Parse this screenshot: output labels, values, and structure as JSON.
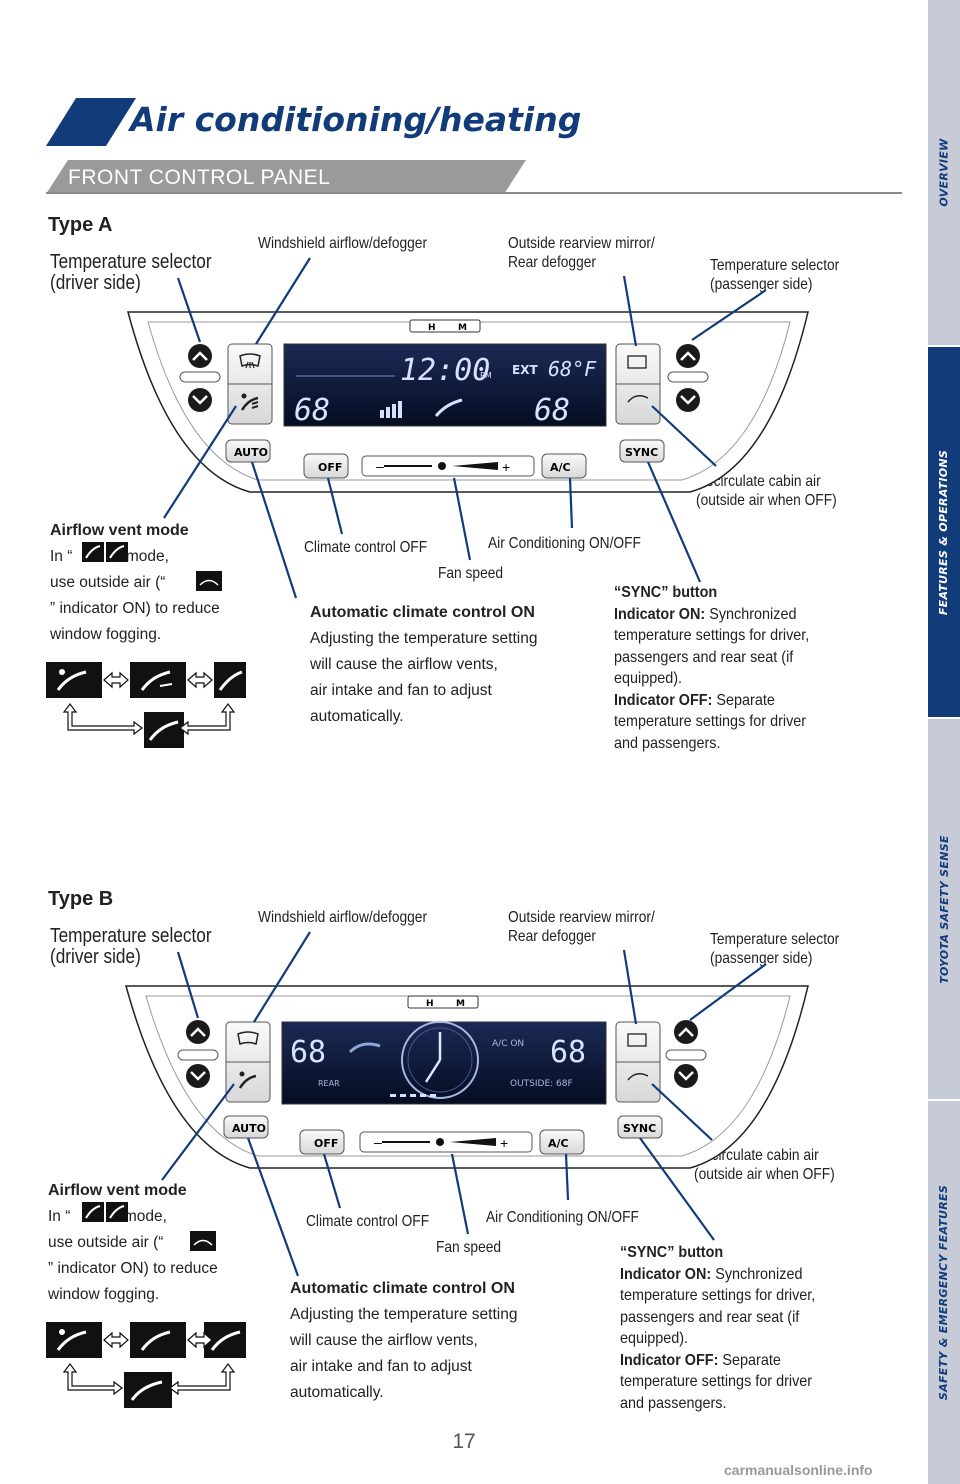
{
  "page": {
    "title": "Air conditioning/heating",
    "section": "FRONT CONTROL PANEL",
    "page_number": "17",
    "watermark": "carmanualsonline.info"
  },
  "sidebar": {
    "tabs": [
      "OVERVIEW",
      "FEATURES & OPERATIONS",
      "TOYOTA SAFETY SENSE",
      "SAFETY & EMERGENCY FEATURES"
    ],
    "active_tab": "FEATURES & OPERATIONS"
  },
  "colors": {
    "brand_navy": "#123b7a",
    "sidebar_gray": "#c7cbd7",
    "subbar_gray": "#9a9a9a",
    "display_blue": "#0a1a3a"
  },
  "type_a": {
    "heading": "Type A",
    "display": {
      "clock": "12:00",
      "clock_suffix": "PM",
      "ext_label": "EXT",
      "ext_temp": "68°F",
      "driver_temp": "68",
      "passenger_temp": "68"
    },
    "labels": {
      "temp_driver": [
        "Temperature selector",
        "(driver side)"
      ],
      "windshield": "Windshield airflow/defogger",
      "rear_defogger": [
        "Outside rearview mirror/",
        "Rear defogger"
      ],
      "temp_passenger": [
        "Temperature selector",
        "(passenger side)"
      ],
      "recirculate": [
        "Recirculate cabin air",
        "(outside air when OFF)"
      ],
      "climate_off": "Climate control OFF",
      "ac": "Air Conditioning ON/OFF",
      "fan": "Fan speed"
    },
    "airflow": {
      "title": "Airflow vent mode",
      "line1_pre": "In “",
      "line1_post": "” mode,",
      "line2": "use outside air (“",
      "line3": "” indicator ON) to reduce",
      "line4": "window fogging."
    },
    "auto": {
      "title": "Automatic climate control ON",
      "lines": [
        "Adjusting the temperature setting",
        "will cause the airflow vents,",
        "air intake and fan to adjust",
        "automatically."
      ]
    },
    "sync": {
      "title": "“SYNC” button",
      "on_label": "Indicator ON:",
      "on_text": "Synchronized",
      "lines_on": [
        "temperature settings for driver,",
        "passengers and rear seat (if",
        "equipped)."
      ],
      "off_label": "Indicator OFF:",
      "off_text": "Separate",
      "lines_off": [
        "temperature settings for driver",
        "and passengers."
      ]
    },
    "buttons": {
      "auto": "AUTO",
      "off": "OFF",
      "ac": "A/C",
      "sync": "SYNC",
      "hm_h": "H",
      "hm_m": "M"
    }
  },
  "type_b": {
    "heading": "Type B",
    "display": {
      "driver_temp": "68",
      "passenger_temp": "68",
      "ac_on": "A/C ON",
      "rear": "REAR",
      "outside": "OUTSIDE: 68F"
    },
    "labels": {
      "temp_driver": [
        "Temperature selector",
        "(driver side)"
      ],
      "windshield": "Windshield airflow/defogger",
      "rear_defogger": [
        "Outside rearview mirror/",
        "Rear defogger"
      ],
      "temp_passenger": [
        "Temperature selector",
        "(passenger side)"
      ],
      "recirculate": [
        "Recirculate cabin air",
        "(outside air when OFF)"
      ],
      "climate_off": "Climate control OFF",
      "ac": "Air Conditioning ON/OFF",
      "fan": "Fan speed"
    },
    "airflow": {
      "title": "Airflow vent mode",
      "line1_pre": "In “",
      "line1_post": "” mode,",
      "line2": "use outside air (“",
      "line3": "” indicator ON) to reduce",
      "line4": "window fogging."
    },
    "auto": {
      "title": "Automatic climate control ON",
      "lines": [
        "Adjusting the temperature setting",
        "will cause the airflow vents,",
        "air intake and fan to adjust",
        "automatically."
      ]
    },
    "sync": {
      "title": "“SYNC” button",
      "on_label": "Indicator ON:",
      "on_text": "Synchronized",
      "lines_on": [
        "temperature settings for driver,",
        "passengers and rear seat (if",
        "equipped)."
      ],
      "off_label": "Indicator OFF:",
      "off_text": "Separate",
      "lines_off": [
        "temperature settings for driver",
        "and passengers."
      ]
    },
    "buttons": {
      "auto": "AUTO",
      "off": "OFF",
      "ac": "A/C",
      "sync": "SYNC",
      "hm_h": "H",
      "hm_m": "M"
    }
  }
}
